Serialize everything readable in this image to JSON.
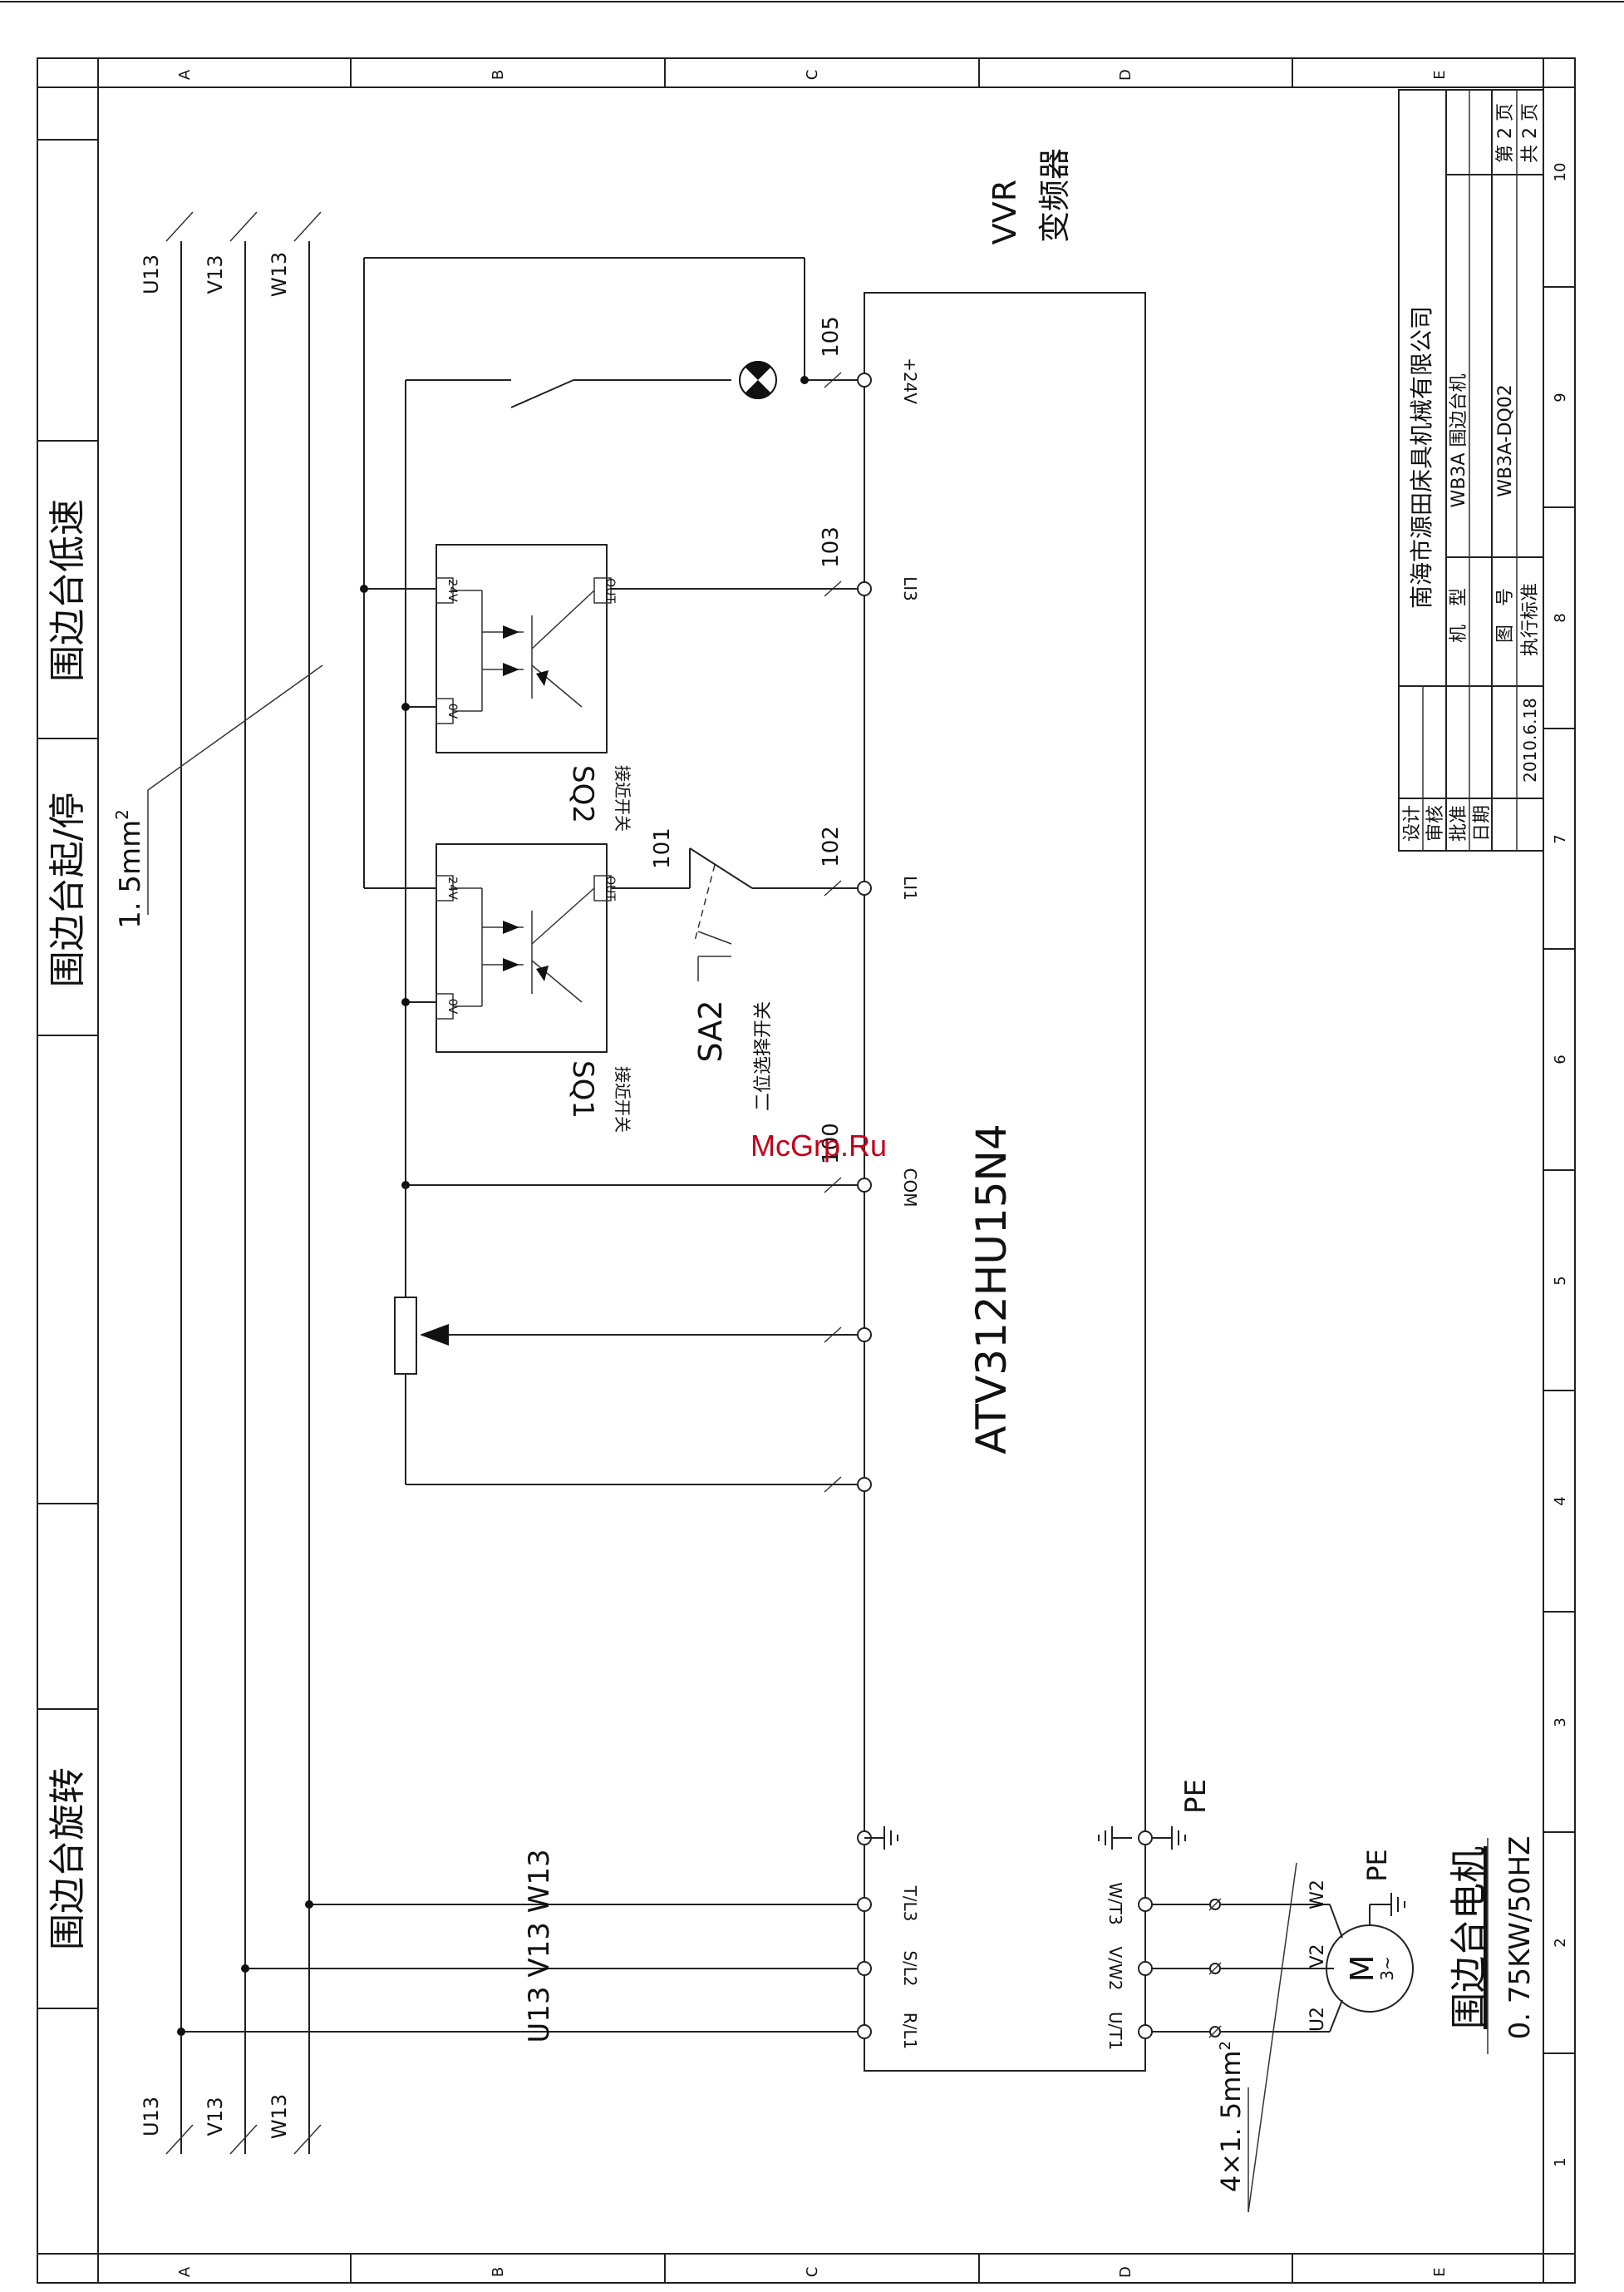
{
  "frame": {
    "cols": [
      "A",
      "B",
      "C",
      "D",
      "E"
    ],
    "rows": [
      "10",
      "9",
      "8",
      "7",
      "6",
      "5",
      "4",
      "3",
      "2",
      "1"
    ]
  },
  "left_titles": {
    "low_speed": "围边台低速",
    "start_stop": "围边台起/停",
    "rotate": "围边台旋转"
  },
  "bus": {
    "u": "U13",
    "v": "V13",
    "w": "W13",
    "input_label": "U13  V13  W13",
    "wire_size_top": "1. 5mm",
    "wire_size_sup": "2",
    "wire_size_motor": "4×1. 5mm",
    "wire_size_motor_sup": "2"
  },
  "vfd": {
    "title": "VVR",
    "title_cn": "变频器",
    "model": "ATV312HU15N4",
    "terminals": {
      "p24v": "+24V",
      "li3": "LI3",
      "li1": "LI1",
      "com": "COM",
      "r": "R/L1",
      "s": "S/L2",
      "t": "T/L3",
      "u": "U/T1",
      "v": "V/W2",
      "w": "W/T3"
    }
  },
  "wire_numbers": {
    "n105": "105",
    "n103": "103",
    "n102": "102",
    "n101": "101",
    "n100": "100"
  },
  "sensors": {
    "sq1": "SQ1",
    "sq2": "SQ2",
    "sub": "接近开关",
    "p24": "24V",
    "out": "OUT",
    "ov": "0V"
  },
  "switch": {
    "name": "SA2",
    "desc": "二位选择开关"
  },
  "motor": {
    "symbol": "M",
    "phase": "3~",
    "u2": "U2",
    "v2": "V2",
    "w2": "W2",
    "pe": "PE",
    "name": "围边台电机",
    "rating": "0. 75KW/50HZ"
  },
  "pe": "PE",
  "title_block": {
    "company": "南海市源田床具机械有限公司",
    "design": "设计",
    "review": "审核",
    "approve": "批准",
    "date_label": "日期",
    "date": "2010.6.18",
    "model_label": "机　型",
    "model": "WB3A  围边台机",
    "drawing_label": "图　号",
    "drawing": "WB3A-DQ02",
    "standard": "执行标准",
    "page": "第 2 页",
    "total": "共 2 页"
  },
  "watermark": "McGrp.Ru"
}
